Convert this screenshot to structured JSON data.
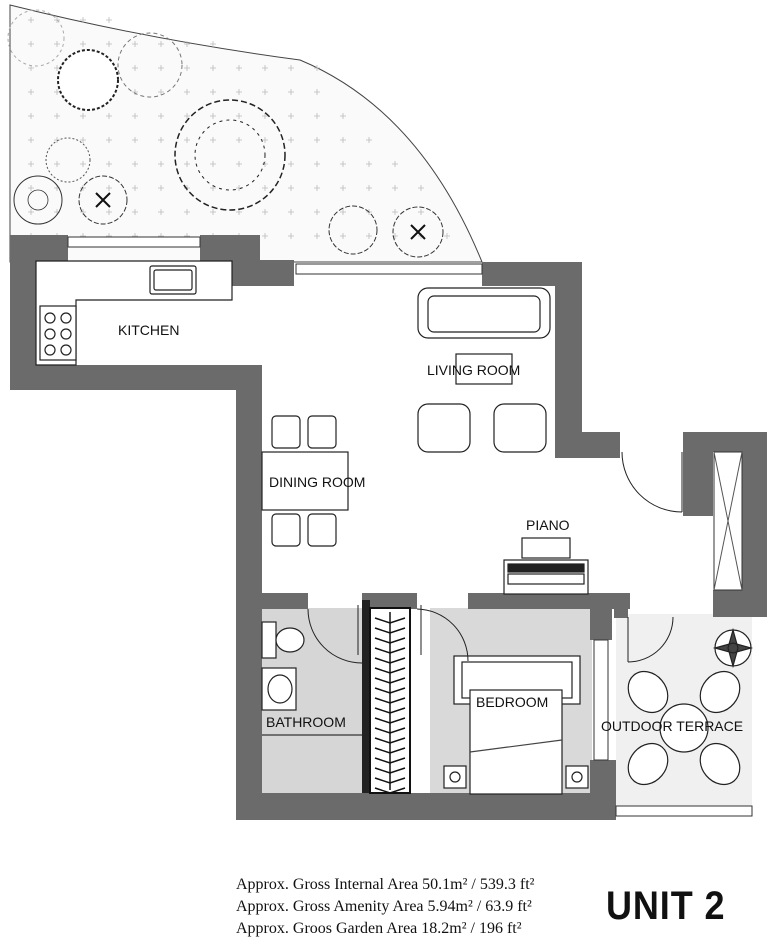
{
  "rooms": {
    "kitchen": "KITCHEN",
    "living_room": "LIVING ROOM",
    "dining_room": "DINING ROOM",
    "piano": "PIANO",
    "bathroom": "BATHROOM",
    "bedroom": "BEDROOM",
    "outdoor_terrace": "OUTDOOR TERRACE"
  },
  "areas": {
    "gross_internal": "Approx. Gross Internal Area 50.1m² / 539.3 ft²",
    "gross_amenity": "Approx. Gross Amenity Area 5.94m² / 63.9 ft²",
    "garden": "Approx. Groos Garden Area 18.2m² / 196 ft²"
  },
  "unit_label": "UNIT 2",
  "colors": {
    "wall": "#6b6b6b",
    "bathroom_floor": "#d6d6d6",
    "bedroom_floor": "#d9d9d9",
    "line": "#222222"
  }
}
